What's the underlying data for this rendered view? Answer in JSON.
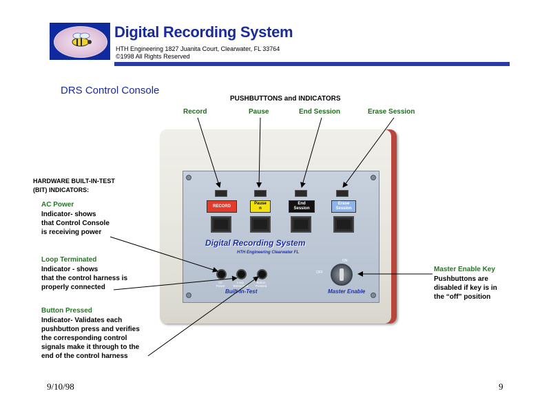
{
  "header": {
    "title": "Digital Recording System",
    "address": "HTH Engineering  1827 Juanita Court, Clearwater, FL 33764",
    "copyright": "©1998 All Rights Reserved"
  },
  "section_title": "DRS Control Console",
  "pushbuttons_title": "PUSHBUTTONS and INDICATORS",
  "button_labels": [
    "Record",
    "Pause",
    "End Session",
    "Erase Session"
  ],
  "console": {
    "buttons": [
      {
        "label": "RECORD",
        "color": "#e23b2b",
        "text_color": "#ffffff"
      },
      {
        "label": "Pause\nn",
        "color": "#f2e10c",
        "text_color": "#000000"
      },
      {
        "label": "End\nSession",
        "color": "#111111",
        "text_color": "#ffffff"
      },
      {
        "label": "Erase\nSession",
        "color": "#8fb4ea",
        "text_color": "#ffffff"
      }
    ],
    "panel_title": "Digital Recording System",
    "panel_subtitle": "HTH Engineering  Clearwater FL",
    "leds": [
      "AC\nPower",
      "Loop\nTerminated",
      "Button\nPressed"
    ],
    "bit_label": "Built-In-Test",
    "master_enable_label": "Master Enable",
    "key_on": "ON",
    "key_off": "OFF"
  },
  "left_annotations": {
    "bit_heading_line1": "HARDWARE BUILT-IN-TEST",
    "bit_heading_line2": "(BIT) INDICATORS:",
    "ac_power": {
      "title": "AC Power",
      "lines": [
        "Indicator- shows",
        "that Control Console",
        "is receiving power"
      ]
    },
    "loop_terminated": {
      "title": "Loop Terminated",
      "lines": [
        "Indicator - shows",
        "that the control harness is",
        "properly connected"
      ]
    },
    "button_pressed": {
      "title": "Button Pressed",
      "lines": [
        "Indicator- Validates each",
        "pushbutton press and verifies",
        "the corresponding control",
        "signals make it through to the",
        "end of the control harness"
      ]
    }
  },
  "right_annotation": {
    "title": "Master Enable Key",
    "lines": [
      "Pushbuttons are",
      "disabled if key is in",
      "the “off” position"
    ]
  },
  "footer": {
    "date": "9/10/98",
    "page": "9"
  },
  "colors": {
    "brand_blue": "#1a2b9c",
    "label_green": "#1f7a1f",
    "console_red": "#b7463c"
  }
}
